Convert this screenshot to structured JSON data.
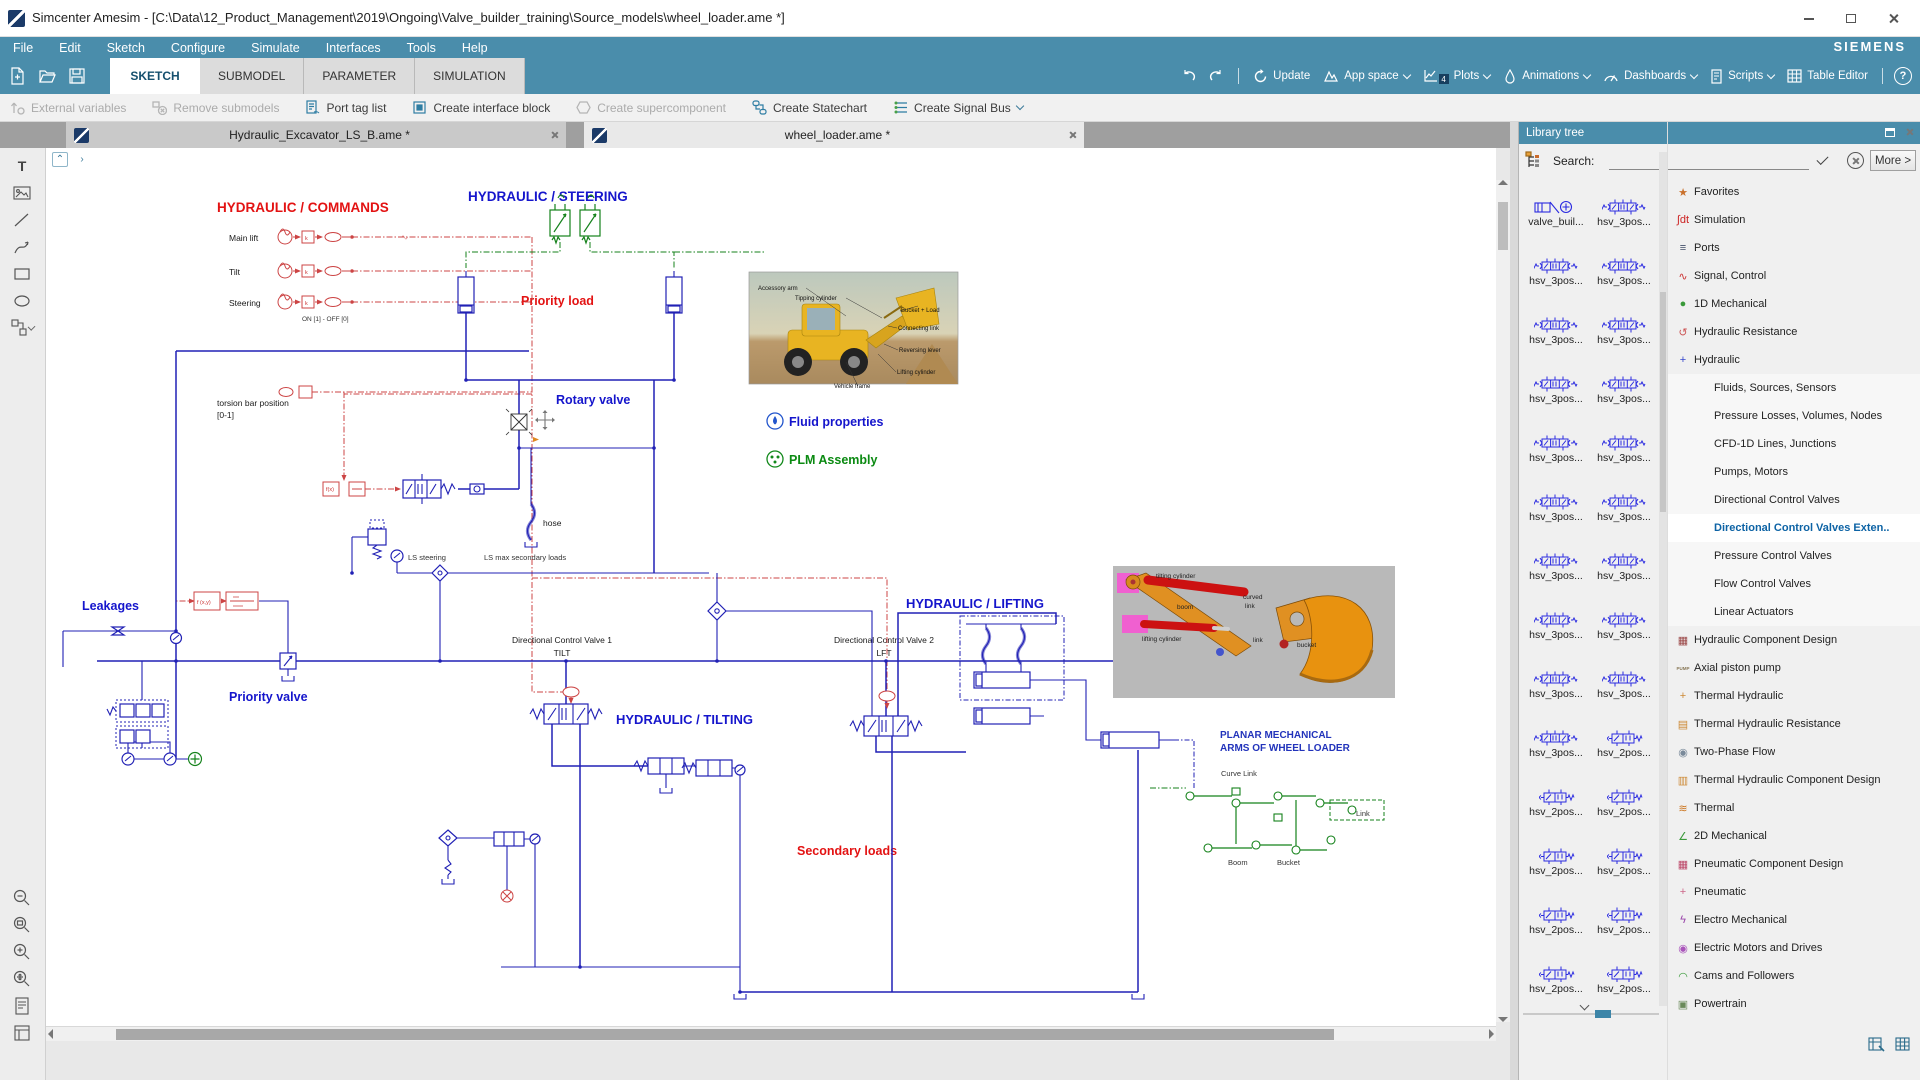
{
  "window": {
    "title": "Simcenter Amesim - [C:\\Data\\12_Product_Management\\2019\\Ongoing\\Valve_builder_training\\Source_models\\wheel_loader.ame *]"
  },
  "menu": {
    "items": [
      "File",
      "Edit",
      "Sketch",
      "Configure",
      "Simulate",
      "Interfaces",
      "Tools",
      "Help"
    ],
    "brand": "SIEMENS"
  },
  "mode_tabs": [
    "SKETCH",
    "SUBMODEL",
    "PARAMETER",
    "SIMULATION"
  ],
  "edit_toolbar": {
    "external_variables": "External variables",
    "remove_submodels": "Remove submodels",
    "port_tag_list": "Port tag list",
    "create_interface_block": "Create interface block",
    "create_supercomponent": "Create supercomponent",
    "create_statechart": "Create Statechart",
    "create_signal_bus": "Create Signal Bus"
  },
  "quick_toolbar": {
    "update": "Update",
    "app_space": "App space",
    "plots": "Plots",
    "plots_badge": "4",
    "animations": "Animations",
    "dashboards": "Dashboards",
    "scripts": "Scripts",
    "table_editor": "Table Editor",
    "help": "?"
  },
  "document_tabs": [
    {
      "label": "Hydraulic_Excavator_LS_B.ame *"
    },
    {
      "label": "wheel_loader.ame *"
    }
  ],
  "canvas": {
    "labels": {
      "commands_title": "HYDRAULIC / COMMANDS",
      "main_lift": "Main lift",
      "tilt": "Tilt",
      "steering": "Steering",
      "on_off": "ON [1] - OFF [0]",
      "steering_title": "HYDRAULIC / STEERING",
      "priority_load": "Priority load",
      "torsion_1": "torsion bar position",
      "torsion_2": "[0-1]",
      "rotary_valve": "Rotary valve",
      "hose": "hose",
      "ls_steering": "LS steering",
      "ls_max": "LS max secondary loads",
      "leakages": "Leakages",
      "priority_valve": "Priority valve",
      "dcv1_1": "Directional Control Valve 1",
      "dcv1_2": "TILT",
      "tilting_title": "HYDRAULIC / TILTING",
      "dcv2_1": "Directional Control Valve 2",
      "dcv2_2": "LFT",
      "lifting_title": "HYDRAULIC / LIFTING",
      "secondary_loads": "Secondary loads",
      "fluid_properties": "Fluid properties",
      "plm_assembly": "PLM Assembly",
      "planar_1": "PLANAR MECHANICAL",
      "planar_2": "ARMS OF WHEEL LOADER",
      "curve_link": "Curve Link",
      "link": "Link",
      "boom": "Boom",
      "bucket": "Bucket",
      "fx": "f(x)",
      "fxy": "f (x,y)"
    },
    "photo": {
      "accessory_arm": "Accessory arm",
      "tipping_cylinder": "Tipping cylinder",
      "bucket_load": "Bucket + Load",
      "connecting_link": "Connecting link",
      "reversing_lever": "Reversing lever",
      "lifting_cylinder": "Lifting cylinder",
      "vehicle_frame": "Vehicle frame"
    },
    "mech": {
      "tilting_cylinder": "tilting cylinder",
      "boom": "boom",
      "curved": "curved",
      "curved_link": "link",
      "lifting_cylinder": "lifting cylinder",
      "link": "link",
      "bucket": "bucket"
    }
  },
  "library": {
    "title": "Library tree",
    "search_label": "Search:",
    "more_label": "More >",
    "components": [
      {
        "label": "valve_buil...",
        "icon": "builder"
      },
      {
        "label": "hsv_3pos...",
        "icon": "v3"
      },
      {
        "label": "hsv_3pos...",
        "icon": "v3"
      },
      {
        "label": "hsv_3pos...",
        "icon": "v3"
      },
      {
        "label": "hsv_3pos...",
        "icon": "v3"
      },
      {
        "label": "hsv_3pos...",
        "icon": "v3"
      },
      {
        "label": "hsv_3pos...",
        "icon": "v3"
      },
      {
        "label": "hsv_3pos...",
        "icon": "v3"
      },
      {
        "label": "hsv_3pos...",
        "icon": "v3"
      },
      {
        "label": "hsv_3pos...",
        "icon": "v3"
      },
      {
        "label": "hsv_3pos...",
        "icon": "v3"
      },
      {
        "label": "hsv_3pos...",
        "icon": "v3"
      },
      {
        "label": "hsv_3pos...",
        "icon": "v3"
      },
      {
        "label": "hsv_3pos...",
        "icon": "v3"
      },
      {
        "label": "hsv_3pos...",
        "icon": "v3"
      },
      {
        "label": "hsv_3pos...",
        "icon": "v3"
      },
      {
        "label": "hsv_3pos...",
        "icon": "v3"
      },
      {
        "label": "hsv_3pos...",
        "icon": "v3"
      },
      {
        "label": "hsv_3pos...",
        "icon": "v3"
      },
      {
        "label": "hsv_2pos...",
        "icon": "v2"
      },
      {
        "label": "hsv_2pos...",
        "icon": "v2"
      },
      {
        "label": "hsv_2pos...",
        "icon": "v2"
      },
      {
        "label": "hsv_2pos...",
        "icon": "v2"
      },
      {
        "label": "hsv_2pos...",
        "icon": "v2"
      },
      {
        "label": "hsv_2pos...",
        "icon": "v2"
      },
      {
        "label": "hsv_2pos...",
        "icon": "v2"
      },
      {
        "label": "hsv_2pos...",
        "icon": "v2"
      },
      {
        "label": "hsv_2pos...",
        "icon": "v2"
      }
    ],
    "categories": [
      {
        "label": "Favorites",
        "icon": "★",
        "color": "#c9702b",
        "level": 0
      },
      {
        "label": "Simulation",
        "icon": "∫dt",
        "color": "#cc2222",
        "level": 0
      },
      {
        "label": "Ports",
        "icon": "≡",
        "color": "#44506a",
        "level": 0
      },
      {
        "label": "Signal, Control",
        "icon": "∿",
        "color": "#cc3333",
        "level": 0
      },
      {
        "label": "1D Mechanical",
        "icon": "●",
        "color": "#3a9a3a",
        "level": 0
      },
      {
        "label": "Hydraulic Resistance",
        "icon": "↺",
        "color": "#cc5555",
        "level": 0
      },
      {
        "label": "Hydraulic",
        "icon": "+",
        "color": "#3344cc",
        "level": 0
      },
      {
        "label": "Fluids, Sources, Sensors",
        "icon": "",
        "level": 1
      },
      {
        "label": "Pressure Losses, Volumes, Nodes",
        "icon": "",
        "level": 1
      },
      {
        "label": "CFD-1D Lines, Junctions",
        "icon": "",
        "level": 1
      },
      {
        "label": "Pumps, Motors",
        "icon": "",
        "level": 1
      },
      {
        "label": "Directional Control Valves",
        "icon": "",
        "level": 1
      },
      {
        "label": "Directional Control Valves Exten..",
        "icon": "",
        "level": 1,
        "selected": true
      },
      {
        "label": "Pressure Control Valves",
        "icon": "",
        "level": 1
      },
      {
        "label": "Flow Control Valves",
        "icon": "",
        "level": 1
      },
      {
        "label": "Linear Actuators",
        "icon": "",
        "level": 1
      },
      {
        "label": "Hydraulic Component Design",
        "icon": "▦",
        "color": "#994444",
        "level": 0
      },
      {
        "label": "Axial piston pump",
        "icon": "PUMP",
        "color": "#8a7a5a",
        "level": 0,
        "small": true
      },
      {
        "label": "Thermal Hydraulic",
        "icon": "+",
        "color": "#cc8833",
        "level": 0
      },
      {
        "label": "Thermal Hydraulic Resistance",
        "icon": "▤",
        "color": "#cc8833",
        "level": 0
      },
      {
        "label": "Two-Phase Flow",
        "icon": "◉",
        "color": "#7a8a9a",
        "level": 0
      },
      {
        "label": "Thermal Hydraulic Component Design",
        "icon": "▥",
        "color": "#cc8833",
        "level": 0
      },
      {
        "label": "Thermal",
        "icon": "≋",
        "color": "#cc7722",
        "level": 0
      },
      {
        "label": "2D Mechanical",
        "icon": "∠",
        "color": "#3a9a3a",
        "level": 0
      },
      {
        "label": "Pneumatic Component Design",
        "icon": "▦",
        "color": "#bb4466",
        "level": 0
      },
      {
        "label": "Pneumatic",
        "icon": "+",
        "color": "#cc6688",
        "level": 0
      },
      {
        "label": "Electro Mechanical",
        "icon": "ϟ",
        "color": "#9944aa",
        "level": 0
      },
      {
        "label": "Electric Motors and Drives",
        "icon": "◉",
        "color": "#aa55bb",
        "level": 0
      },
      {
        "label": "Cams and Followers",
        "icon": "◠",
        "color": "#3a9a3a",
        "level": 0
      },
      {
        "label": "Powertrain",
        "icon": "▣",
        "color": "#6a8a5a",
        "level": 0
      }
    ]
  }
}
